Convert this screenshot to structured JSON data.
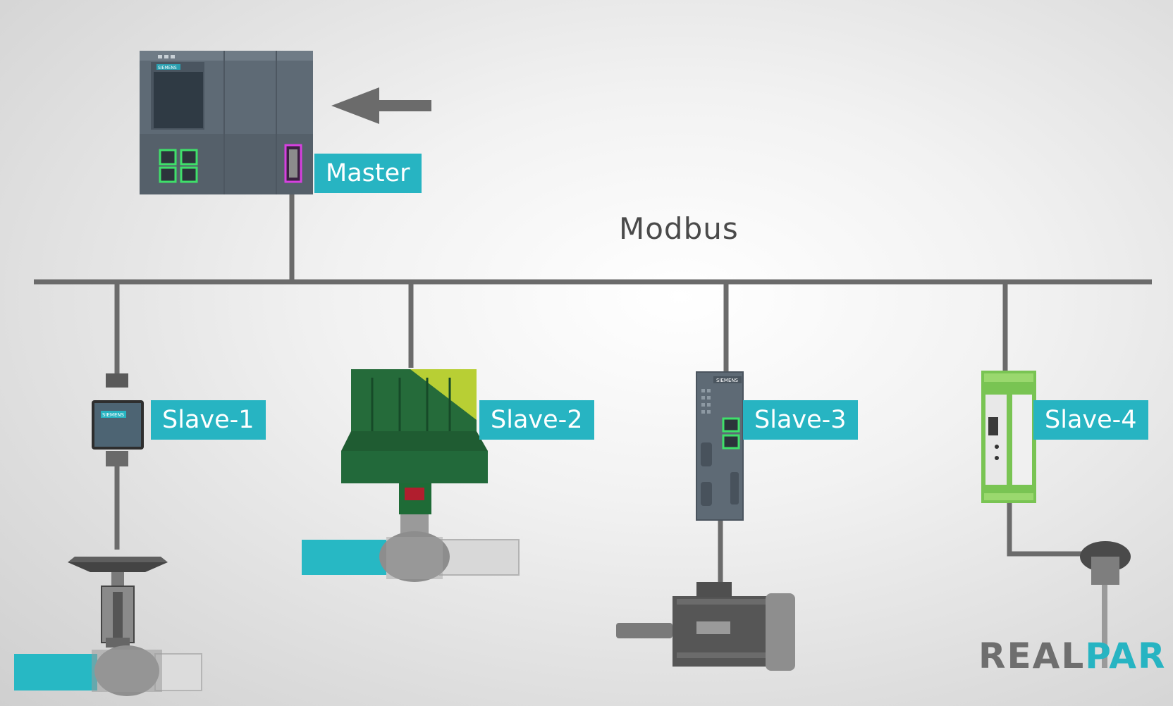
{
  "bus": {
    "label": "Modbus"
  },
  "master": {
    "label": "Master",
    "brand": "SIEMENS"
  },
  "slaves": [
    {
      "label": "Slave-1",
      "brand": "SIEMENS"
    },
    {
      "label": "Slave-2"
    },
    {
      "label": "Slave-3",
      "brand": "SIEMENS"
    },
    {
      "label": "Slave-4"
    }
  ],
  "logo": {
    "part1": "REAL",
    "part2": "PAR"
  },
  "colors": {
    "label_bg": "#27b4c2",
    "bus_line": "#6b6b6b",
    "text": "#4a4a4a"
  }
}
